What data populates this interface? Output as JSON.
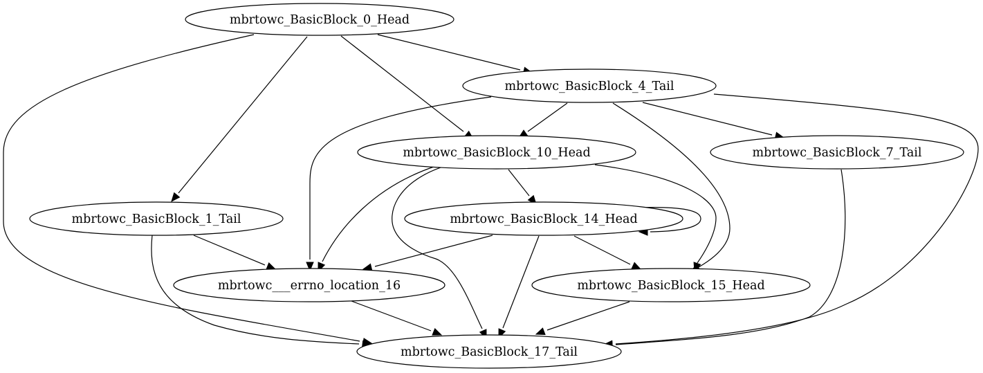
{
  "graph": {
    "nodes": [
      {
        "id": "n0",
        "label": "mbrtowc_BasicBlock_0_Head"
      },
      {
        "id": "n4",
        "label": "mbrtowc_BasicBlock_4_Tail"
      },
      {
        "id": "n10",
        "label": "mbrtowc_BasicBlock_10_Head"
      },
      {
        "id": "n7",
        "label": "mbrtowc_BasicBlock_7_Tail"
      },
      {
        "id": "n1",
        "label": "mbrtowc_BasicBlock_1_Tail"
      },
      {
        "id": "n14",
        "label": "mbrtowc_BasicBlock_14_Head"
      },
      {
        "id": "n16",
        "label": "mbrtowc___errno_location_16"
      },
      {
        "id": "n15",
        "label": "mbrtowc_BasicBlock_15_Head"
      },
      {
        "id": "n17",
        "label": "mbrtowc_BasicBlock_17_Tail"
      }
    ],
    "edges": [
      {
        "from": "n0",
        "to": "n4"
      },
      {
        "from": "n0",
        "to": "n10"
      },
      {
        "from": "n0",
        "to": "n1"
      },
      {
        "from": "n0",
        "to": "n17"
      },
      {
        "from": "n4",
        "to": "n10"
      },
      {
        "from": "n4",
        "to": "n7"
      },
      {
        "from": "n4",
        "to": "n16"
      },
      {
        "from": "n4",
        "to": "n15"
      },
      {
        "from": "n4",
        "to": "n17"
      },
      {
        "from": "n10",
        "to": "n14"
      },
      {
        "from": "n10",
        "to": "n16"
      },
      {
        "from": "n10",
        "to": "n15"
      },
      {
        "from": "n10",
        "to": "n17"
      },
      {
        "from": "n7",
        "to": "n17"
      },
      {
        "from": "n1",
        "to": "n16"
      },
      {
        "from": "n1",
        "to": "n17"
      },
      {
        "from": "n14",
        "to": "n14"
      },
      {
        "from": "n14",
        "to": "n16"
      },
      {
        "from": "n14",
        "to": "n15"
      },
      {
        "from": "n14",
        "to": "n17"
      },
      {
        "from": "n16",
        "to": "n17"
      },
      {
        "from": "n15",
        "to": "n17"
      }
    ]
  }
}
